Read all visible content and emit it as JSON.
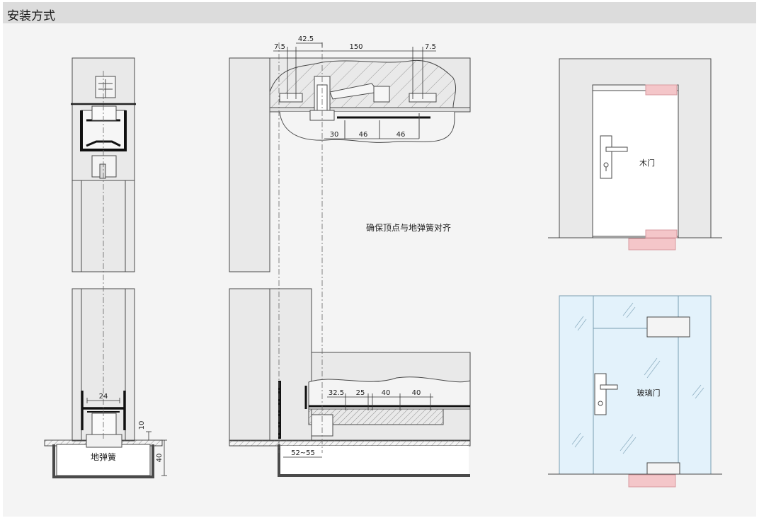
{
  "header": {
    "title": "安装方式"
  },
  "dimensions": {
    "top_left": "7.5",
    "top_mid": "42.5",
    "top_long": "150",
    "top_right": "7.5",
    "mid_a": "30",
    "mid_b": "46",
    "mid_c": "46",
    "bot_a": "32.5",
    "bot_b": "25",
    "bot_c": "40",
    "bot_d": "40",
    "bot_offset": "52~55",
    "left_width": "24",
    "left_h1": "10",
    "left_h2": "40"
  },
  "labels": {
    "floor_spring": "地弹簧",
    "align_note": "确保顶点与地弹簧对齐",
    "wood_door": "木门",
    "glass_door": "玻璃门"
  },
  "colors": {
    "line": "#4a4a4a",
    "fill_gray": "#e6e6e6",
    "pink": "#f4c6c9",
    "glass": "#e3f2fb"
  }
}
